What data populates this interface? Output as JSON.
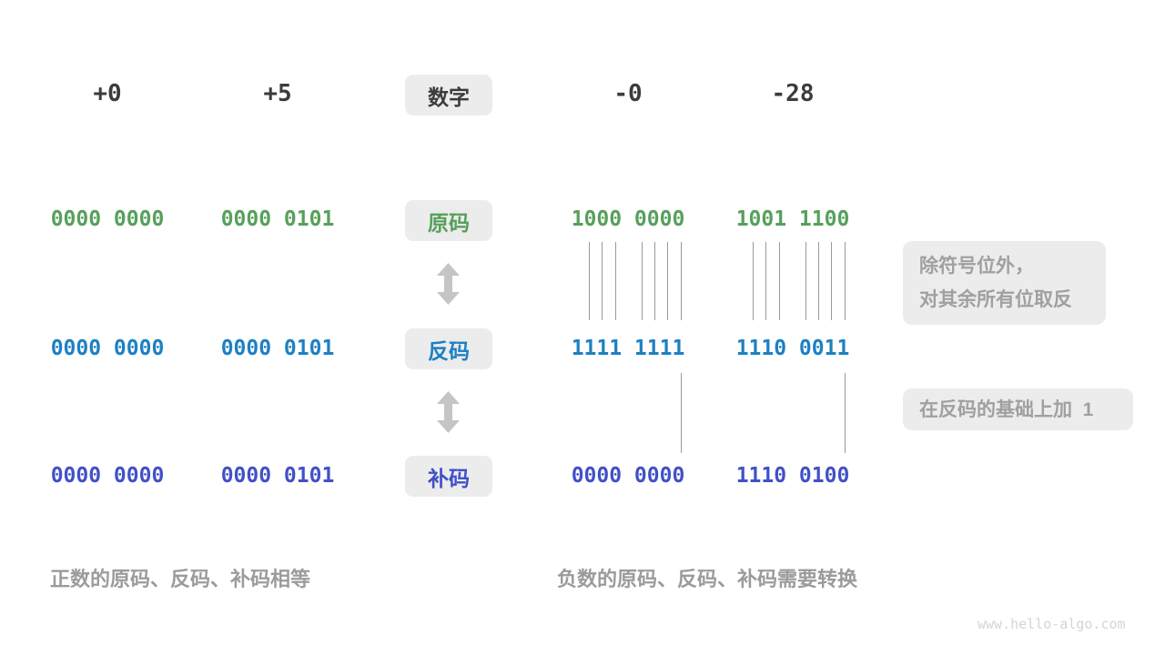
{
  "header": {
    "col1": "+0",
    "col2": "+5",
    "number_label": "数字",
    "col4": "-0",
    "col5": "-28"
  },
  "rows": [
    {
      "key": "sign-magnitude",
      "label": "原码",
      "values": [
        "0000 0000",
        "0000 0101",
        "1000 0000",
        "1001 1100"
      ]
    },
    {
      "key": "ones-complement",
      "label": "反码",
      "values": [
        "0000 0000",
        "0000 0101",
        "1111 1111",
        "1110 0011"
      ]
    },
    {
      "key": "twos-complement",
      "label": "补码",
      "values": [
        "0000 0000",
        "0000 0101",
        "0000 0000",
        "1110 0100"
      ]
    }
  ],
  "callouts": {
    "invert_line1": "除符号位外，",
    "invert_line2": "对其余所有位取反",
    "add_one": "在反码的基础上加  1"
  },
  "captions": {
    "positive": "正数的原码、反码、补码相等",
    "negative": "负数的原码、反码、补码需要转换"
  },
  "watermark": "www.hello-algo.com",
  "colors": {
    "sign_magnitude_green": "#57a05c",
    "ones_complement_blue": "#1d80c4",
    "twos_complement_indigo": "#4150c8",
    "box_background": "#ececec",
    "muted_gray": "#a0a0a0"
  }
}
